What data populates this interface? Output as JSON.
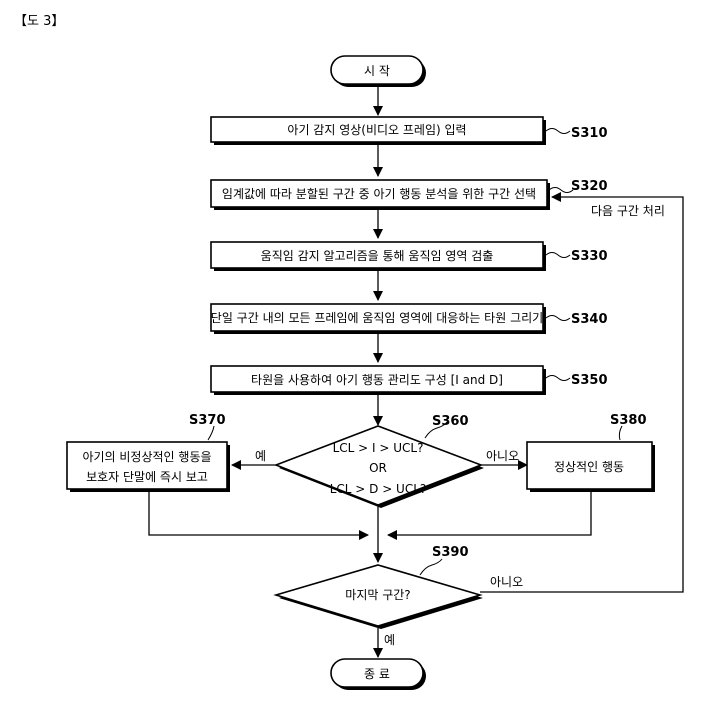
{
  "figure_label": "【도 3】",
  "start": "시 작",
  "end": "종 료",
  "steps": {
    "s310": {
      "text": "아기 감지 영상(비디오 프레임) 입력",
      "id": "S310"
    },
    "s320": {
      "text": "임계값에 따라 분할된 구간 중 아기 행동 분석을 위한 구간 선택",
      "id": "S320"
    },
    "s330": {
      "text": "움직임 감지 알고리즘을 통해 움직임 영역 검출",
      "id": "S330"
    },
    "s340": {
      "text": "단일 구간 내의 모든 프레임에 움직임 영역에 대응하는 타원 그리기",
      "id": "S340"
    },
    "s350": {
      "text": "타원을 사용하여 아기 행동 관리도 구성 [I and D]",
      "id": "S350"
    }
  },
  "decision360": {
    "id": "S360",
    "line1": "LCL > I > UCL?",
    "line2": "OR",
    "line3": "LCL > D > UCL?",
    "yes": "예",
    "no": "아니오"
  },
  "s370": {
    "id": "S370",
    "line1": "아기의 비정상적인 행동을",
    "line2": "보호자 단말에 즉시 보고"
  },
  "s380": {
    "id": "S380",
    "text": "정상적인 행동"
  },
  "decision390": {
    "id": "S390",
    "text": "마지막 구간?",
    "yes": "예",
    "no": "아니오"
  },
  "loop_label": "다음 구간 처리"
}
